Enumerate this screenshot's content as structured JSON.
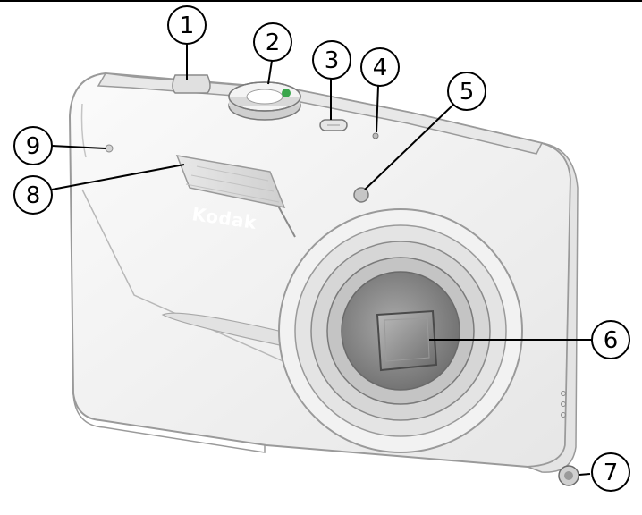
{
  "camera": {
    "brand": "Kodak",
    "body_color": "#f1f1f1",
    "outline_color": "#9a9a9a",
    "lens_color": "#7a7a7a"
  },
  "callouts": [
    {
      "id": "1",
      "label": "1"
    },
    {
      "id": "2",
      "label": "2"
    },
    {
      "id": "3",
      "label": "3"
    },
    {
      "id": "4",
      "label": "4"
    },
    {
      "id": "5",
      "label": "5"
    },
    {
      "id": "6",
      "label": "6"
    },
    {
      "id": "7",
      "label": "7"
    },
    {
      "id": "8",
      "label": "8"
    },
    {
      "id": "9",
      "label": "9"
    }
  ]
}
